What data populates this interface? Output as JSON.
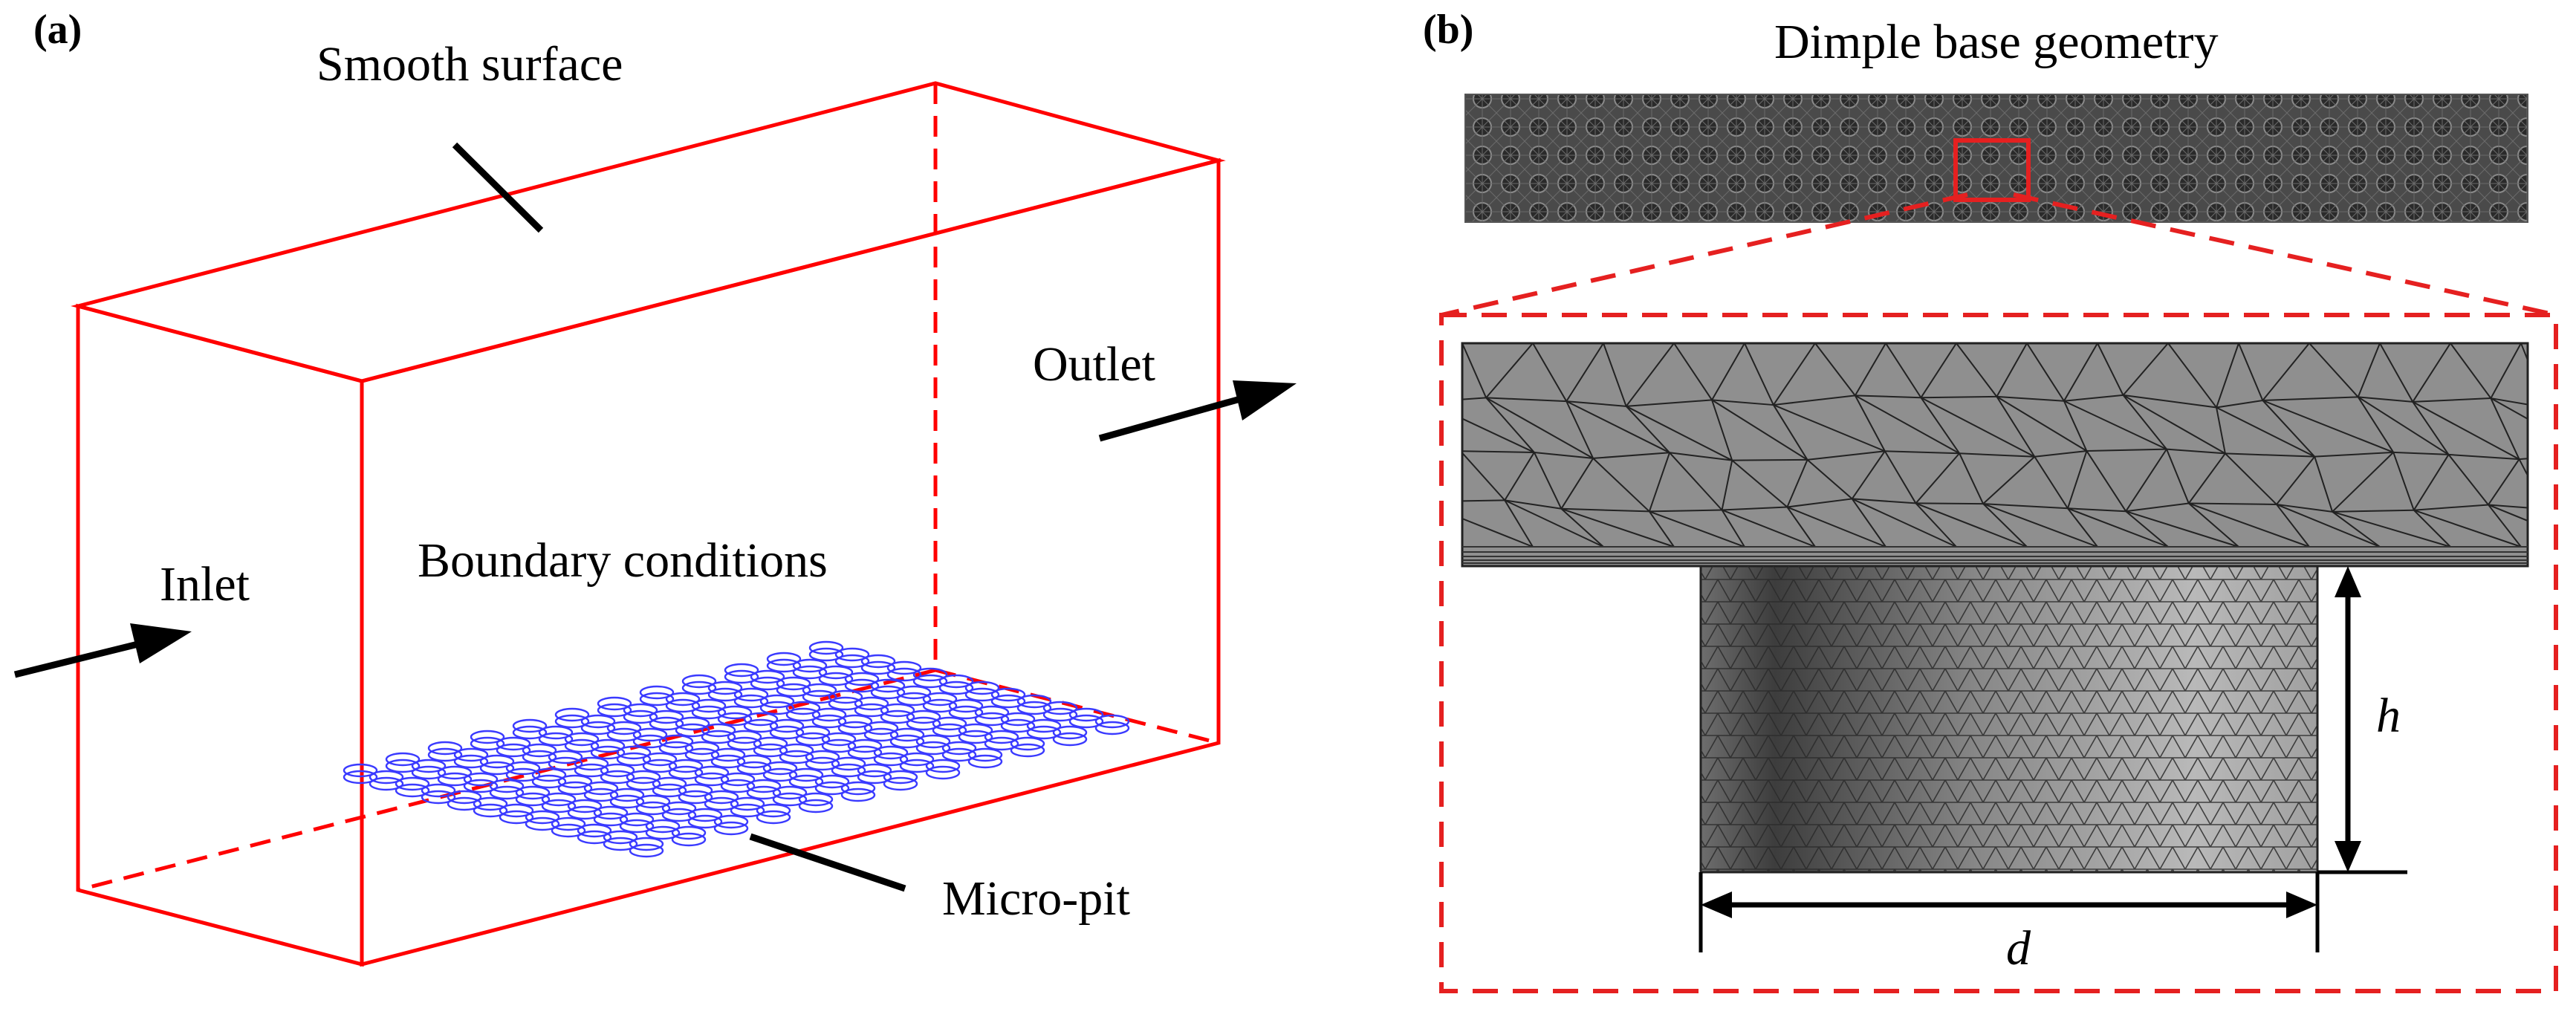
{
  "panel_a": {
    "label": "(a)",
    "labels": {
      "smooth_surface": "Smooth surface",
      "outlet": "Outlet",
      "inlet": "Inlet",
      "boundary_conditions": "Boundary conditions",
      "micro_pit": "Micro-pit"
    }
  },
  "panel_b": {
    "label": "(b)",
    "title": "Dimple base geometry",
    "dim_height": "h",
    "dim_diameter": "d"
  },
  "colors": {
    "domain_edges": "#ff0000",
    "zoom_box": "#e52020",
    "micro_pits": "#3a3aff",
    "arrows": "#000000",
    "mesh_top": "#8f8f8f",
    "mesh_lines": "#222222"
  }
}
